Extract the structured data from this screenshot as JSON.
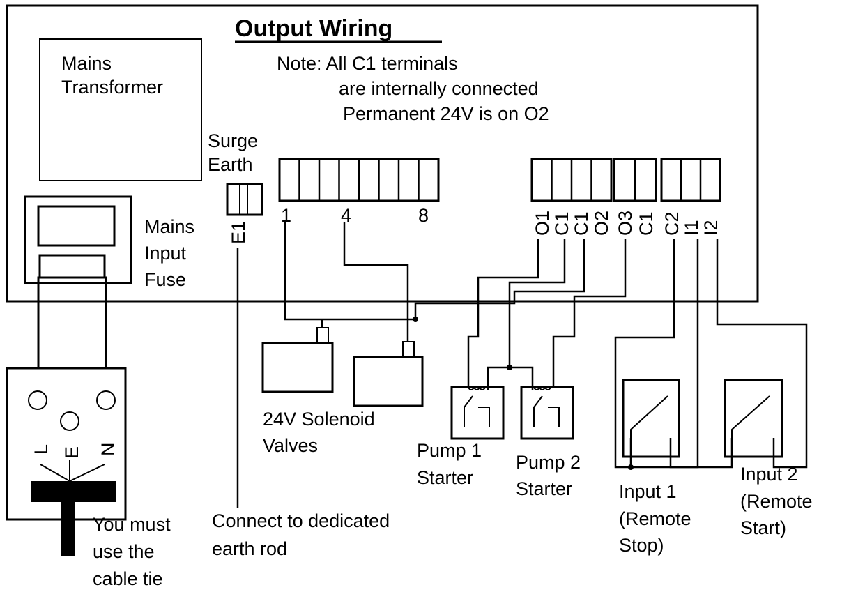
{
  "title": "Output Wiring",
  "note": {
    "line1": "Note: All C1 terminals",
    "line2": "are internally connected",
    "line3": "Permanent 24V is on O2"
  },
  "mains_transformer": [
    "Mains",
    "Transformer"
  ],
  "surge_earth": [
    "Surge",
    "Earth"
  ],
  "surge_terminal": "E1",
  "mains_input_fuse": [
    "Mains",
    "Input",
    "Fuse"
  ],
  "valve_terminals": [
    "1",
    "4",
    "8"
  ],
  "output_terminals": [
    "O1",
    "C1",
    "C1",
    "O2",
    "O3",
    "C1",
    "C2",
    "I1",
    "I2"
  ],
  "plug_labels": {
    "live": "L",
    "earth": "E",
    "neutral": "N"
  },
  "cable_tie_note": [
    "You must",
    "use the",
    "cable tie"
  ],
  "earth_rod_note": [
    "Connect to dedicated",
    "earth rod"
  ],
  "solenoid_label": [
    "24V Solenoid",
    "Valves"
  ],
  "pump1_label": [
    "Pump 1",
    "Starter"
  ],
  "pump2_label": [
    "Pump 2",
    "Starter"
  ],
  "input1_label": [
    "Input 1",
    "(Remote",
    "Stop)"
  ],
  "input2_label": [
    "Input 2",
    "(Remote",
    "Start)"
  ]
}
